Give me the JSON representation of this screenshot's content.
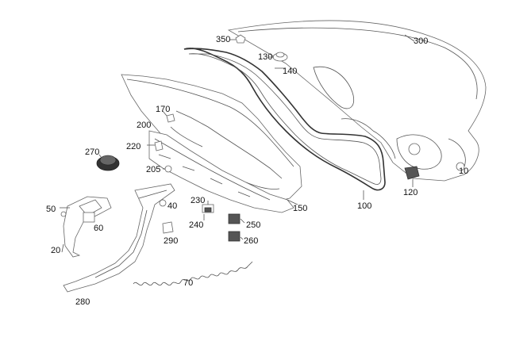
{
  "callouts": {
    "p10": "10",
    "p20": "20",
    "p40": "40",
    "p50": "50",
    "p60": "60",
    "p70": "70",
    "p100": "100",
    "p120": "120",
    "p130": "130",
    "p140": "140",
    "p150": "150",
    "p170": "170",
    "p200": "200",
    "p205": "205",
    "p220": "220",
    "p230": "230",
    "p240": "240",
    "p250": "250",
    "p260": "260",
    "p270": "270",
    "p280": "280",
    "p290": "290",
    "p300": "300",
    "p350": "350"
  },
  "colors": {
    "line": "#555555",
    "text": "#111111",
    "background": "#ffffff"
  }
}
